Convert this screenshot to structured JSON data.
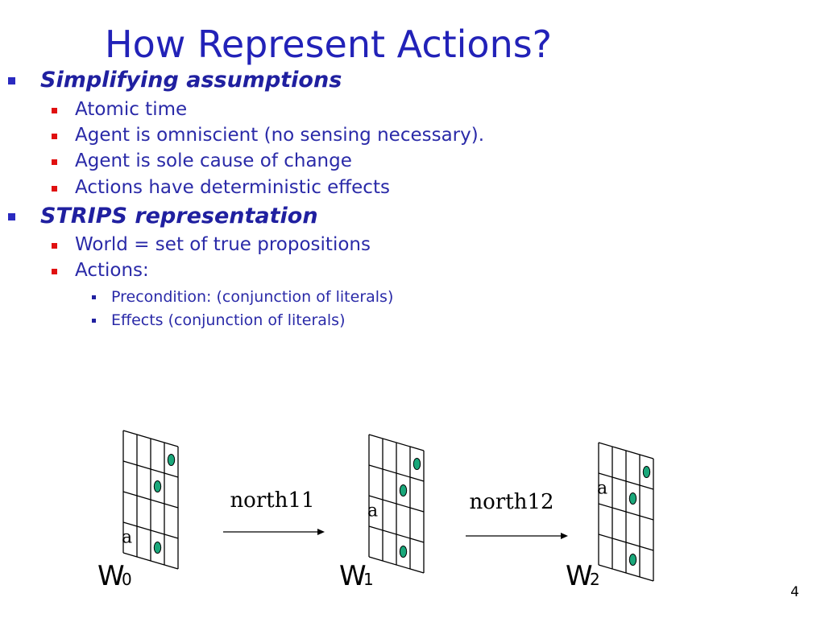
{
  "title": "How Represent Actions?",
  "bullets": [
    {
      "level": 1,
      "text": "Simplifying assumptions"
    },
    {
      "level": 2,
      "text": "Atomic time"
    },
    {
      "level": 2,
      "text": "Agent is omniscient (no sensing necessary)."
    },
    {
      "level": 2,
      "text": "Agent is sole cause of change"
    },
    {
      "level": 2,
      "text": "Actions have deterministic effects"
    },
    {
      "level": 1,
      "text": "STRIPS representation"
    },
    {
      "level": 2,
      "text": "World = set of true propositions"
    },
    {
      "level": 2,
      "text": "Actions:"
    },
    {
      "level": 3,
      "text": "Precondition: (conjunction of literals)"
    },
    {
      "level": 3,
      "text": "Effects (conjunction of literals)"
    }
  ],
  "diagram": {
    "worlds": [
      {
        "label": "W",
        "subscript": "0",
        "agent_label": "a",
        "agent_cell": [
          3,
          0
        ],
        "goal_cells": [
          [
            0,
            3
          ],
          [
            1,
            2
          ],
          [
            3,
            2
          ]
        ]
      },
      {
        "label": "W",
        "subscript": "1",
        "agent_label": "a",
        "agent_cell": [
          2,
          0
        ],
        "goal_cells": [
          [
            0,
            3
          ],
          [
            1,
            2
          ],
          [
            3,
            2
          ]
        ]
      },
      {
        "label": "W",
        "subscript": "2",
        "agent_label": "a",
        "agent_cell": [
          1,
          0
        ],
        "goal_cells": [
          [
            0,
            3
          ],
          [
            1,
            2
          ],
          [
            3,
            2
          ]
        ]
      }
    ],
    "actions": [
      {
        "label": "north11"
      },
      {
        "label": "north12"
      }
    ],
    "colors": {
      "goal_fill": "#1aa77a",
      "line": "#000000"
    }
  },
  "page_number": "4"
}
